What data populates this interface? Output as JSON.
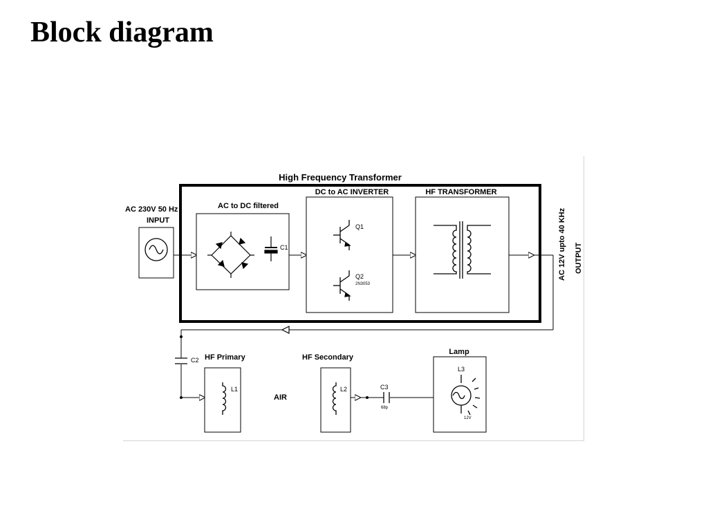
{
  "slide": {
    "title": "Block diagram"
  },
  "diagram": {
    "title": "High Frequency Transformer",
    "input": {
      "rating": "AC 230V 50 Hz",
      "label": "INPUT"
    },
    "rectifier": {
      "title": "AC to DC filtered",
      "capacitor": "C1"
    },
    "inverter": {
      "title": "DC to AC INVERTER",
      "q1": "Q1",
      "q2": "Q2",
      "q2_part": "2N3053"
    },
    "transformer": {
      "title": "HF TRANSFORMER"
    },
    "output": {
      "rating": "AC 12V upto 40 KHz",
      "label": "OUTPUT"
    },
    "coupling_cap": "C2",
    "hf_primary": {
      "title": "HF Primary",
      "coil": "L1"
    },
    "air": "AIR",
    "hf_secondary": {
      "title": "HF Secondary",
      "coil": "L2"
    },
    "c3": {
      "name": "C3",
      "value": "68p"
    },
    "lamp": {
      "title": "Lamp",
      "coil": "L3",
      "voltage": "12V"
    }
  }
}
